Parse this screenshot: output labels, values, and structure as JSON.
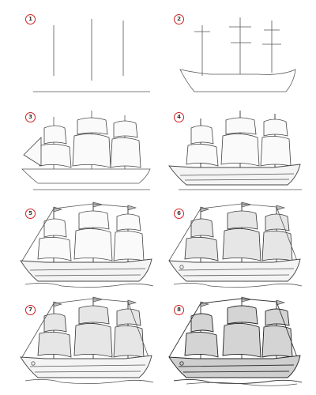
{
  "steps": [
    {
      "number": "1",
      "stage": "masts"
    },
    {
      "number": "2",
      "stage": "hull-outline"
    },
    {
      "number": "3",
      "stage": "sails"
    },
    {
      "number": "4",
      "stage": "hull-details"
    },
    {
      "number": "5",
      "stage": "rigging"
    },
    {
      "number": "6",
      "stage": "more-rigging"
    },
    {
      "number": "7",
      "stage": "shading"
    },
    {
      "number": "8",
      "stage": "final"
    }
  ],
  "colors": {
    "badge_border": "#d02020",
    "line": "#444444",
    "background": "#ffffff"
  }
}
